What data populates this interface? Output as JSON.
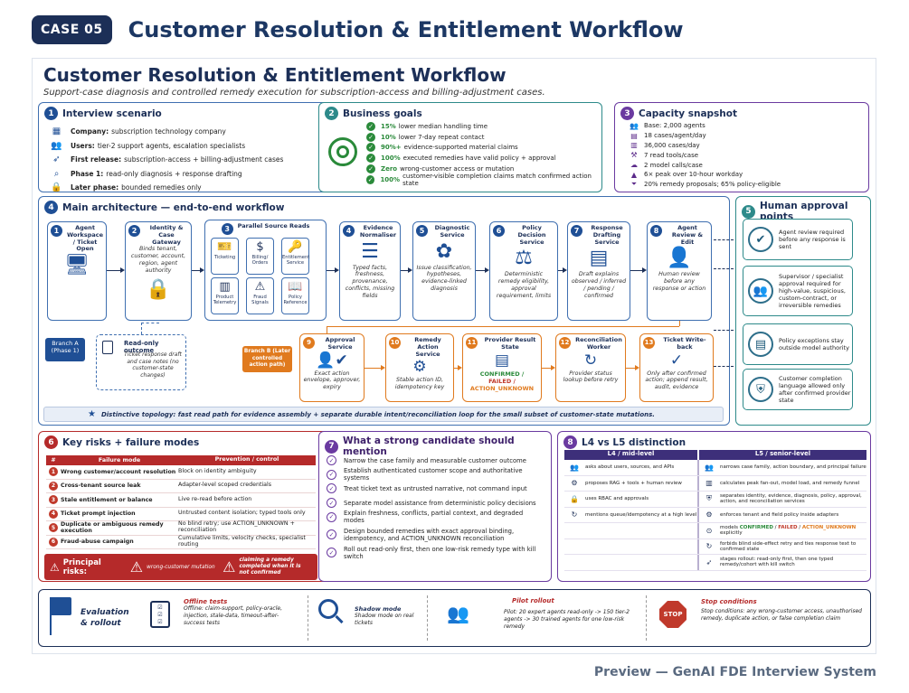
{
  "header": {
    "case": "CASE 05",
    "title": "Customer Resolution & Entitlement Workflow"
  },
  "footer": "Preview — GenAI FDE Interview System",
  "slide": {
    "title": "Customer Resolution & Entitlement Workflow",
    "subtitle": "Support-case diagnosis and controlled remedy execution for subscription-access and billing-adjustment cases."
  },
  "interview": {
    "num": "1",
    "title": "Interview scenario",
    "rows": [
      {
        "icon": "building-icon",
        "glyph": "▦",
        "label": "Company:",
        "text": "subscription technology company"
      },
      {
        "icon": "users-icon",
        "glyph": "👥",
        "label": "Users:",
        "text": "tier-2 support agents, escalation specialists"
      },
      {
        "icon": "rocket-icon",
        "glyph": "➶",
        "label": "First release:",
        "text": "subscription-access + billing-adjustment cases"
      },
      {
        "icon": "search-icon",
        "glyph": "⌕",
        "label": "Phase 1:",
        "text": "read-only diagnosis + response drafting"
      },
      {
        "icon": "lock-icon",
        "glyph": "🔒",
        "label": "Later phase:",
        "text": "bounded remedies only"
      }
    ]
  },
  "goals": {
    "num": "2",
    "title": "Business goals",
    "rows": [
      {
        "b": "15%",
        "t": "lower median handling time"
      },
      {
        "b": "10%",
        "t": "lower 7-day repeat contact"
      },
      {
        "b": "90%+",
        "t": "evidence-supported material claims"
      },
      {
        "b": "100%",
        "t": "executed remedies have valid policy + approval"
      },
      {
        "b": "Zero",
        "t": "wrong-customer access or mutation"
      },
      {
        "b": "100%",
        "t": "customer-visible completion claims match confirmed action state"
      }
    ]
  },
  "capacity": {
    "num": "3",
    "title": "Capacity snapshot",
    "rows": [
      {
        "icon": "agents-icon",
        "glyph": "👥",
        "b": "Base: 2,000 agents",
        "t": ""
      },
      {
        "icon": "cases-icon",
        "glyph": "▤",
        "b": "18 cases/agent/day",
        "t": ""
      },
      {
        "icon": "chart-icon",
        "glyph": "▥",
        "b": "36,000 cases/day",
        "t": ""
      },
      {
        "icon": "tools-icon",
        "glyph": "⚒",
        "b": "7 read tools/case",
        "t": ""
      },
      {
        "icon": "cloud-icon",
        "glyph": "☁",
        "b": "2 model calls/case",
        "t": ""
      },
      {
        "icon": "peak-icon",
        "glyph": "▲",
        "b": "6× peak over 10-hour workday",
        "t": ""
      },
      {
        "icon": "funnel-icon",
        "glyph": "⏷",
        "b": "20% remedy proposals; 65% policy-eligible",
        "t": ""
      }
    ]
  },
  "arch": {
    "num": "4",
    "title": "Main architecture — end-to-end workflow",
    "steps": [
      {
        "n": "1",
        "title": "Agent Workspace / Ticket Open",
        "body": ""
      },
      {
        "n": "2",
        "title": "Identity & Case Gateway",
        "body": "Binds tenant, customer, account, region, agent authority"
      },
      {
        "n": "3",
        "title": "Parallel Source Reads",
        "body": ""
      },
      {
        "n": "4",
        "title": "Evidence Normaliser",
        "body": "Typed facts, freshness, provenance, conflicts, missing fields"
      },
      {
        "n": "5",
        "title": "Diagnostic Service",
        "body": "Issue classification, hypotheses, evidence-linked diagnosis"
      },
      {
        "n": "6",
        "title": "Policy Decision Service",
        "body": "Deterministic remedy eligibility, approval requirement, limits"
      },
      {
        "n": "7",
        "title": "Response Drafting Service",
        "body": "Draft explains observed / inferred / pending / confirmed"
      },
      {
        "n": "8",
        "title": "Agent Review & Edit",
        "body": "Human review before any response or action"
      }
    ],
    "tiles": [
      {
        "icon": "ticket-icon",
        "glyph": "🎫",
        "label": "Ticketing"
      },
      {
        "icon": "billing-icon",
        "glyph": "$",
        "label": "Billing/ Orders"
      },
      {
        "icon": "key-icon",
        "glyph": "🔑",
        "label": "Entitlement Service"
      },
      {
        "icon": "telemetry-icon",
        "glyph": "▥",
        "label": "Product Telemetry"
      },
      {
        "icon": "warning-icon",
        "glyph": "⚠",
        "label": "Fraud Signals"
      },
      {
        "icon": "book-icon",
        "glyph": "📖",
        "label": "Policy Reference"
      }
    ],
    "branchA": {
      "label": "Branch A (Phase 1)",
      "title": "Read-only outcome",
      "body": "Ticket response draft and case notes (no customer-state changes)"
    },
    "branchB": {
      "label": "Branch B (Later controlled action path)"
    },
    "bsteps": [
      {
        "n": "9",
        "title": "Approval Service",
        "body": "Exact action envelope, approver, expiry"
      },
      {
        "n": "10",
        "title": "Remedy Action Service",
        "body": "Stable action ID, idempotency key"
      },
      {
        "n": "11",
        "title": "Provider Result State",
        "s1": "CONFIRMED /",
        "s2": "FAILED /",
        "s3": "ACTION_UNKNOWN"
      },
      {
        "n": "12",
        "title": "Reconciliation Worker",
        "body": "Provider status lookup before retry"
      },
      {
        "n": "13",
        "title": "Ticket Write-back",
        "body": "Only after confirmed action; append result, audit, evidence"
      }
    ],
    "topology": "Distinctive topology: fast read path for evidence assembly + separate durable intent/reconciliation loop for the small subset of customer-state mutations."
  },
  "approval": {
    "num": "5",
    "title": "Human approval points",
    "items": [
      {
        "icon": "user-check-icon",
        "glyph": "✔",
        "text": "Agent review required before any response is sent"
      },
      {
        "icon": "supervisor-icon",
        "glyph": "👥",
        "text": "Supervisor / specialist approval required for high-value, suspicious, custom-contract, or irreversible remedies"
      },
      {
        "icon": "policy-icon",
        "glyph": "▤",
        "text": "Policy exceptions stay outside model authority"
      },
      {
        "icon": "shield-icon",
        "glyph": "⛨",
        "text": "Customer completion language allowed only after confirmed provider state"
      }
    ]
  },
  "risks": {
    "num": "6",
    "title": "Key risks + failure modes",
    "cols": {
      "n": "#",
      "f": "Failure mode",
      "p": "Prevention / control"
    },
    "rows": [
      {
        "n": "1",
        "f": "Wrong customer/account resolution",
        "p": "Block on identity ambiguity"
      },
      {
        "n": "2",
        "f": "Cross-tenant source leak",
        "p": "Adapter-level scoped credentials"
      },
      {
        "n": "3",
        "f": "Stale entitlement or balance",
        "p": "Live re-read before action"
      },
      {
        "n": "4",
        "f": "Ticket prompt injection",
        "p": "Untrusted content isolation; typed tools only"
      },
      {
        "n": "5",
        "f": "Duplicate or ambiguous remedy execution",
        "p": "No blind retry; use ACTION_UNKNOWN + reconciliation"
      },
      {
        "n": "6",
        "f": "Fraud-abuse campaign",
        "p": "Cumulative limits, velocity checks, specialist routing"
      }
    ],
    "principal": "Principal risks:",
    "r1": "wrong-customer mutation",
    "r2": "claiming a remedy completed when it is not confirmed"
  },
  "strong": {
    "num": "7",
    "title": "What a strong candidate should mention",
    "rows": [
      "Narrow the case family and measurable customer outcome",
      "Establish authenticated customer scope and authoritative systems",
      "Treat ticket text as untrusted narrative, not command input",
      "Separate model assistance from deterministic policy decisions",
      "Explain freshness, conflicts, partial context, and degraded modes",
      "Design bounded remedies with exact approval binding, idempotency, and ACTION_UNKNOWN reconciliation",
      "Roll out read-only first, then one low-risk remedy type with kill switch"
    ]
  },
  "l4l5": {
    "num": "8",
    "title": "L4 vs L5 distinction",
    "h4": "L4 / mid-level",
    "h5": "L5 / senior-level",
    "rows": [
      {
        "i4": "👥",
        "l4": "asks about users, sources, and APIs",
        "i5": "👥",
        "l5": "narrows case family, action boundary, and principal failure"
      },
      {
        "i4": "⚙",
        "l4": "proposes RAG + tools + human review",
        "i5": "▥",
        "l5": "calculates peak fan-out, model load, and remedy funnel"
      },
      {
        "i4": "🔒",
        "l4": "uses RBAC and approvals",
        "i5": "⛨",
        "l5": "separates identity, evidence, diagnosis, policy, approval, action, and reconciliation services"
      },
      {
        "i4": "↻",
        "l4": "mentions queue/idempotency at a high level",
        "i5": "⚙",
        "l5": "enforces tenant and field policy inside adapters"
      },
      {
        "i4": "",
        "l4": "",
        "i5": "⊙",
        "l5a": "models ",
        "l5b": "CONFIRMED",
        "l5c": " / ",
        "l5d": "FAILED",
        "l5e": " / ",
        "l5f": "ACTION_UNKNOWN",
        "l5g": " explicitly"
      },
      {
        "i4": "",
        "l4": "",
        "i5": "↻",
        "l5": "forbids blind side-effect retry and ties response text to confirmed state"
      },
      {
        "i4": "",
        "l4": "",
        "i5": "➶",
        "l5": "stages rollout: read-only first, then one typed remedy/cohort with kill switch"
      }
    ]
  },
  "eval": {
    "title1": "Evaluation",
    "title2": "& rollout",
    "offline": {
      "t": "Offline tests",
      "b": "Offline: claim-support, policy-oracle, injection, stale-data, timeout-after-success tests"
    },
    "shadow": {
      "t": "Shadow mode",
      "b": "Shadow mode on real tickets"
    },
    "pilot": {
      "t": "Pilot rollout",
      "b": "Pilot: 20 expert agents read-only -> 150 tier-2 agents -> 30 trained agents for one low-risk remedy"
    },
    "stop": {
      "t": "Stop conditions",
      "sign": "STOP",
      "b": "Stop conditions: any wrong-customer access, unauthorised remedy, duplicate action, or false completion claim"
    }
  },
  "colors": {
    "navy": "#1c2f57",
    "blue": "#1f4f95",
    "orange": "#e07a1e",
    "red": "#b52a2a",
    "teal": "#2d8a8a",
    "purple": "#6a3aa0",
    "green": "#2a8a3a"
  }
}
